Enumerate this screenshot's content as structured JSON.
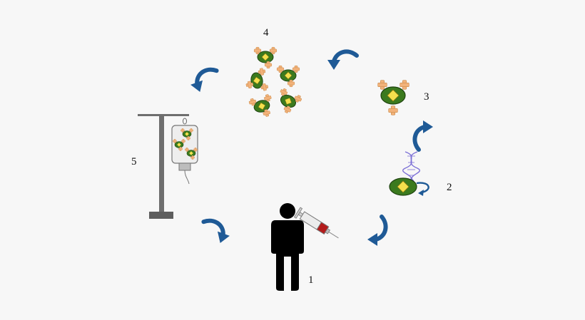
{
  "steps": [
    {
      "id": "patient",
      "label": "1"
    },
    {
      "id": "modification",
      "label": "2"
    },
    {
      "id": "expression",
      "label": "3"
    },
    {
      "id": "expansion",
      "label": "4"
    },
    {
      "id": "infusion",
      "label": "5"
    }
  ],
  "icons": {
    "patient": "person-silhouette-icon",
    "syringe": "syringe-icon",
    "dna": "dna-helix-icon",
    "cell": "cell-icon",
    "receptor": "receptor-icon",
    "iv_stand": "iv-stand-icon",
    "iv_bag": "iv-bag-icon",
    "arrow": "curved-arrow-icon"
  },
  "colors": {
    "arrow": "#1f5a96",
    "cell_outer": "#3b7a1e",
    "cell_inner": "#f4e04d",
    "receptor": "#f2b27a",
    "receptor_stroke": "#c98a4a",
    "silhouette": "#000000",
    "syringe_blood": "#b31b1b",
    "dna": "#7b6fd6",
    "stand": "#6e6e6e"
  }
}
